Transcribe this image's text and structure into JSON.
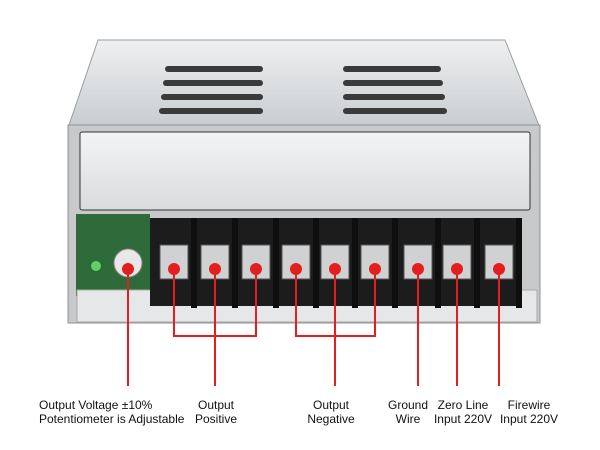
{
  "colors": {
    "callout": "#e41e1e",
    "terminal_block": "#1c1c1c",
    "case": "#d4d6d8",
    "pcb": "#2f6b3a"
  },
  "labels": {
    "potentiometer": {
      "line1": "Output Voltage ±10%",
      "line2": "Potentiometer is Adjustable"
    },
    "positive": {
      "line1": "Output",
      "line2": "Positive"
    },
    "negative": {
      "line1": "Output",
      "line2": "Negative"
    },
    "ground": {
      "line1": "Ground",
      "line2": "Wire"
    },
    "zero": {
      "line1": "Zero Line",
      "line2": "Input 220V"
    },
    "fire": {
      "line1": "Firewire",
      "line2": "Input 220V"
    }
  }
}
